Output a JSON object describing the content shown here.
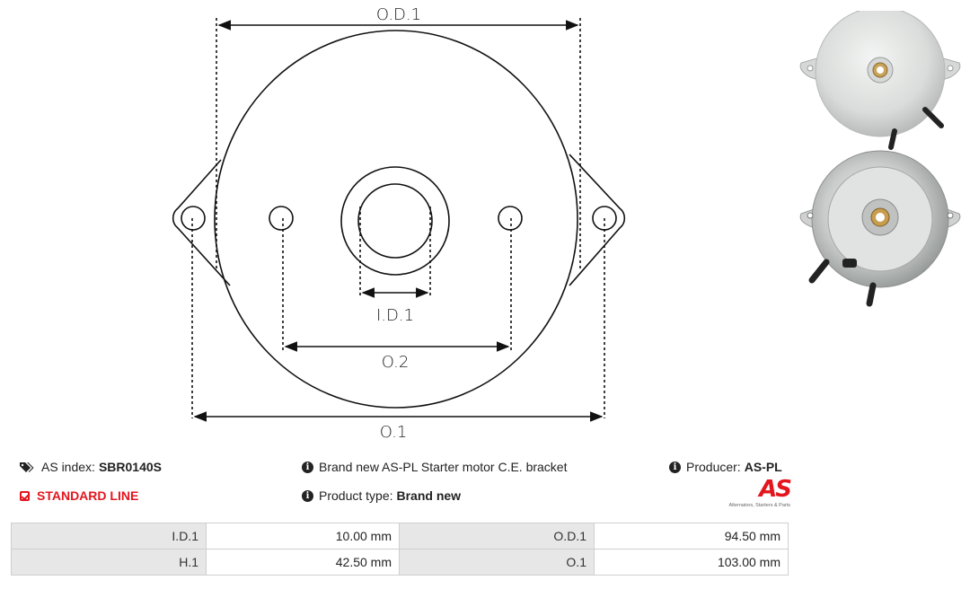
{
  "diagram": {
    "labels": {
      "od1": "O.D.1",
      "id1": "I.D.1",
      "o2": "O.2",
      "o1": "O.1"
    }
  },
  "photos": [
    {
      "name": "bracket-photo-top"
    },
    {
      "name": "bracket-photo-bottom"
    }
  ],
  "info": {
    "index_label": "AS index:",
    "index_value": "SBR0140S",
    "description": "Brand new AS-PL Starter motor C.E. bracket",
    "producer_label": "Producer:",
    "producer_value": "AS-PL",
    "line": "STANDARD LINE",
    "type_label": "Product type:",
    "type_value": "Brand new"
  },
  "logo": {
    "mark": "AS",
    "tagline": "Alternators, Starters & Parts",
    "color": "#e3161e"
  },
  "specs": [
    {
      "label1": "I.D.1",
      "value1": "10.00 mm",
      "label2": "O.D.1",
      "value2": "94.50 mm"
    },
    {
      "label1": "H.1",
      "value1": "42.50 mm",
      "label2": "O.1",
      "value2": "103.00 mm"
    }
  ]
}
